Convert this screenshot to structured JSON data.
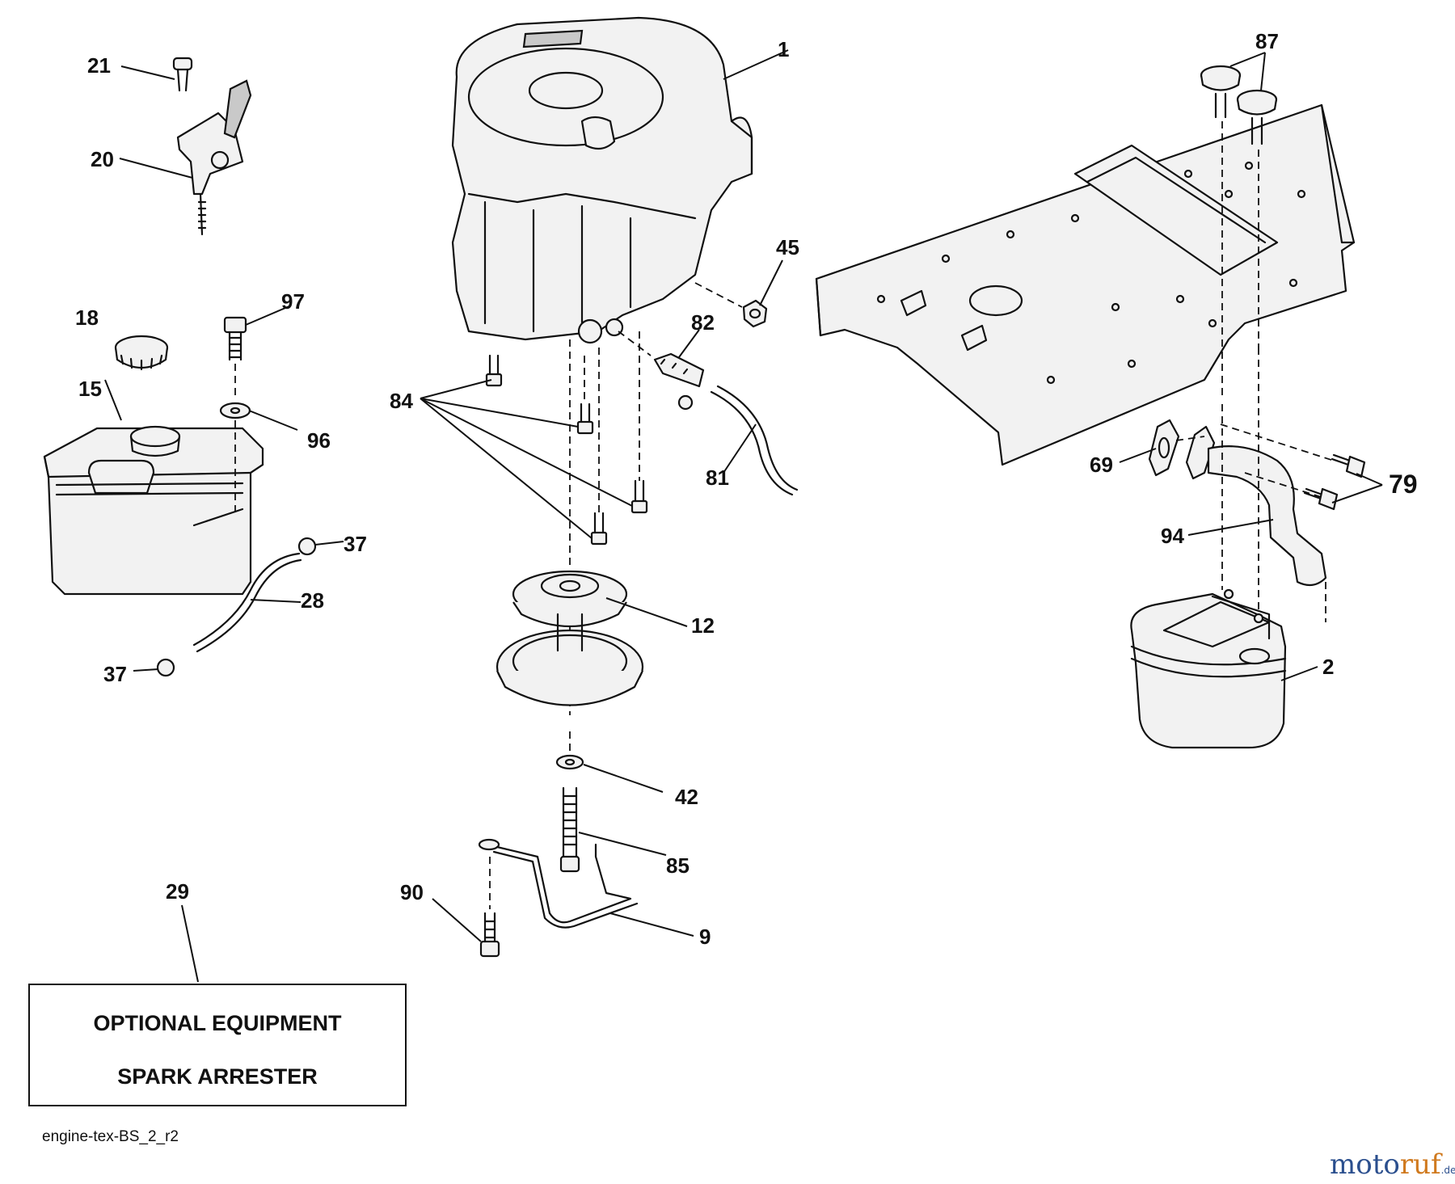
{
  "diagram": {
    "callouts": {
      "c1": "1",
      "c2": "2",
      "c9": "9",
      "c12": "12",
      "c15": "15",
      "c18": "18",
      "c20": "20",
      "c21": "21",
      "c28": "28",
      "c29": "29",
      "c37a": "37",
      "c37b": "37",
      "c42": "42",
      "c45": "45",
      "c69": "69",
      "c79": "79",
      "c81": "81",
      "c82": "82",
      "c84": "84",
      "c85": "85",
      "c87": "87",
      "c90": "90",
      "c94": "94",
      "c96": "96",
      "c97": "97"
    },
    "optional_box": {
      "line1": "OPTIONAL EQUIPMENT",
      "line2": "SPARK ARRESTER"
    },
    "drawing_code": "engine-tex-BS_2_r2"
  },
  "watermark": {
    "text_main": "moto",
    "text_accent": "ruf",
    "text_suffix": ".de"
  }
}
